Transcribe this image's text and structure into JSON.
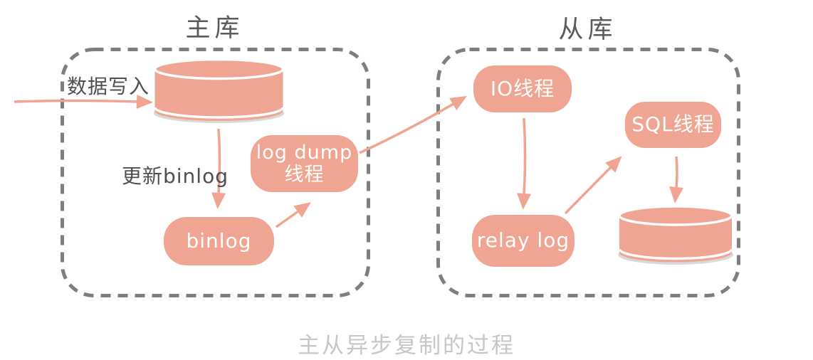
{
  "caption": "主从异步复制的过程",
  "colors": {
    "accent_salmon": "#EFA592",
    "dashed_border_gray": "#7E7E7E",
    "flow_label_gray": "#4F4F4F",
    "node_text_white": "#FFFFFF",
    "caption_gray": "#C6C6C6"
  },
  "master": {
    "title": "主库",
    "data_write_label": "数据写入",
    "update_binlog_label": "更新binlog",
    "binlog_node": "binlog",
    "log_dump_node_line1": "log dump",
    "log_dump_node_line2": "线程"
  },
  "slave": {
    "title": "从库",
    "io_thread_node": "IO线程",
    "sql_thread_node": "SQL线程",
    "relay_log_node": "relay log"
  },
  "edges": [
    {
      "from": "external-client",
      "to": "master-database",
      "label": "数据写入"
    },
    {
      "from": "master-database",
      "to": "binlog",
      "label": "更新binlog"
    },
    {
      "from": "binlog",
      "to": "log-dump-thread"
    },
    {
      "from": "log-dump-thread",
      "to": "io-thread"
    },
    {
      "from": "io-thread",
      "to": "relay-log"
    },
    {
      "from": "relay-log",
      "to": "sql-thread"
    },
    {
      "from": "sql-thread",
      "to": "slave-database"
    }
  ]
}
